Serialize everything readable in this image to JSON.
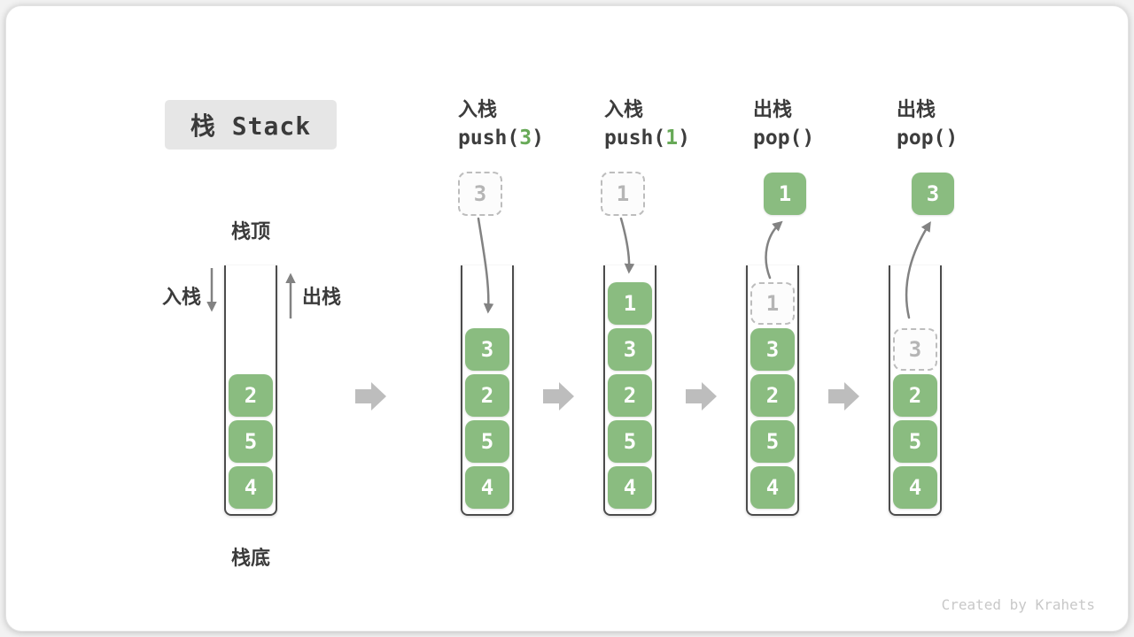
{
  "title": "栈 Stack",
  "watermark": "Created by Krahets",
  "annotations": {
    "stack_top": "栈顶",
    "stack_bottom": "栈底",
    "push_side": "入栈",
    "pop_side": "出栈"
  },
  "operations": [
    {
      "label": "入栈",
      "fn": "push(",
      "arg": "3",
      "close": ")"
    },
    {
      "label": "入栈",
      "fn": "push(",
      "arg": "1",
      "close": ")"
    },
    {
      "label": "出栈",
      "fn": "pop(",
      "arg": "",
      "close": ")"
    },
    {
      "label": "出栈",
      "fn": "pop(",
      "arg": "",
      "close": ")"
    }
  ],
  "stacks": {
    "s1": {
      "blocks": [
        "2",
        "5",
        "4"
      ]
    },
    "s2": {
      "pending": "3",
      "blocks": [
        "3",
        "2",
        "5",
        "4"
      ]
    },
    "s3": {
      "pending": "1",
      "blocks": [
        "1",
        "3",
        "2",
        "5",
        "4"
      ]
    },
    "s4": {
      "popped": "1",
      "ghost": "1",
      "blocks": [
        "3",
        "2",
        "5",
        "4"
      ]
    },
    "s5": {
      "popped": "3",
      "ghost": "3",
      "blocks": [
        "2",
        "5",
        "4"
      ]
    }
  },
  "colors": {
    "block_green": "#8abc80",
    "code_arg_green": "#67a957",
    "curve_arrow_gray": "#828282",
    "flow_arrow_gray": "#bdbdbd",
    "title_box_bg": "#e6e6e6",
    "text_dark": "#3b3b3b",
    "ghost_gray": "#b5b5b5"
  }
}
